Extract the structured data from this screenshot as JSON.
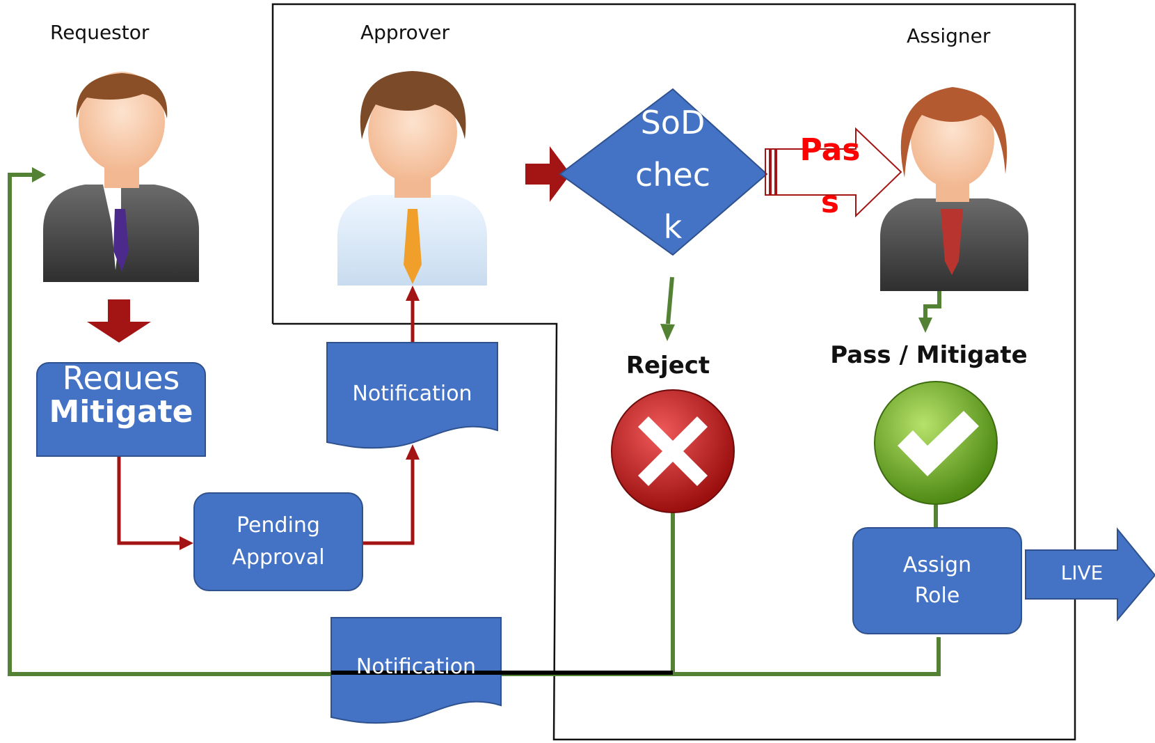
{
  "lanes": {
    "requestor": "Requestor",
    "approver": "Approver",
    "assigner": "Assigner"
  },
  "nodes": {
    "request_overlay": "Reques",
    "mitigate": "Mitigate",
    "pending_approval_line1": "Pending",
    "pending_approval_line2": "Approval",
    "notification_top": "Notification",
    "notification_bottom": "Notification",
    "sod_line1": "SoD",
    "sod_line2": "chec",
    "sod_line3": "k",
    "pass_line1": "Pas",
    "pass_line2": "s",
    "reject": "Reject",
    "pass_mitigate": "Pass / Mitigate",
    "assign_role_line1": "Assign",
    "assign_role_line2": "Role",
    "live": "LIVE"
  },
  "icons": {
    "requestor": "male-businessman-avatar-icon",
    "approver": "male-approver-avatar-icon",
    "assigner": "female-assigner-avatar-icon",
    "reject": "red-x-circle-icon",
    "pass": "green-check-circle-icon"
  },
  "colors": {
    "shape_fill": "#4472c4",
    "red_arrow": "#a31515",
    "green_arrow": "#548235",
    "pass_text": "#ff0000"
  }
}
